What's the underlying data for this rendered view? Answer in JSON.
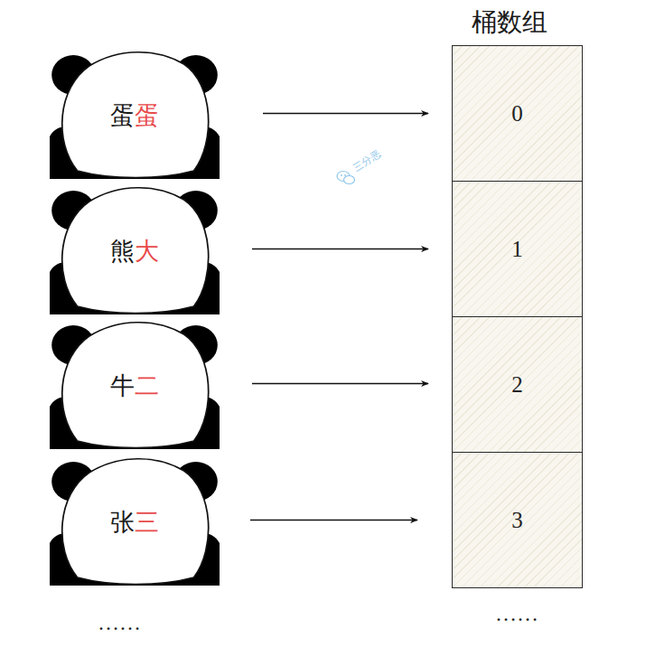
{
  "diagram": {
    "title": "桶数组",
    "nodes": [
      {
        "text": [
          "蛋蛋"
        ]
      },
      {
        "text": [
          "0"
        ]
      },
      {
        "text": [
          "熊大"
        ]
      },
      {
        "text": [
          "1"
        ]
      },
      {
        "text": [
          "牛二"
        ]
      },
      {
        "text": [
          "2"
        ]
      },
      {
        "text": [
          "张三"
        ]
      },
      {
        "text": [
          "3"
        ]
      }
    ],
    "edges": [
      {
        "from": 0,
        "to": 1,
        "arrow": "to"
      },
      {
        "from": 2,
        "to": 3,
        "arrow": "to"
      },
      {
        "from": 4,
        "to": 5,
        "arrow": "to"
      },
      {
        "from": 6,
        "to": 7,
        "arrow": "to"
      }
    ],
    "labels": [
      "……",
      "……",
      "三分恶"
    ]
  }
}
